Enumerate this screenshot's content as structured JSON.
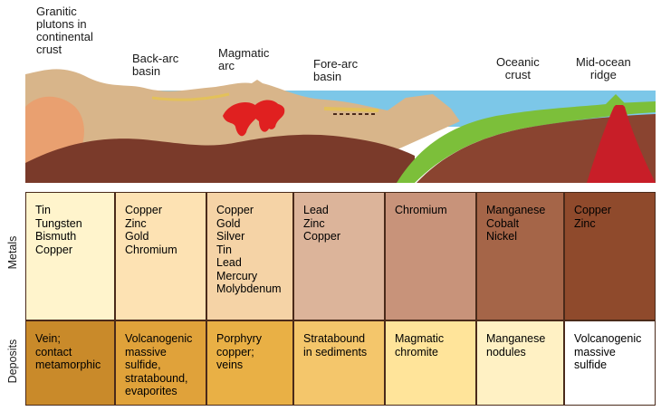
{
  "top_labels": {
    "granitic": "Granitic\nplutons in\ncontinental\ncrust",
    "back_arc": "Back-arc\nbasin",
    "magmatic_arc": "Magmatic\narc",
    "fore_arc": "Fore-arc\nbasin",
    "oceanic_crust": "Oceanic\ncrust",
    "mid_ocean": "Mid-ocean\nridge"
  },
  "row_labels": {
    "metals": "Metals",
    "deposits": "Deposits"
  },
  "columns": [
    {
      "metals": "Tin\nTungsten\nBismuth\nCopper",
      "deposits": "Vein;\ncontact\nmetamorphic"
    },
    {
      "metals": "Copper\nZinc\nGold\nChromium",
      "deposits": "Volcanogenic\nmassive\nsulfide,\nstratabound,\nevaporites"
    },
    {
      "metals": "Copper\nGold\nSilver\nTin\nLead\nMercury\nMolybdenum",
      "deposits": "Porphyry\ncopper;\nveins"
    },
    {
      "metals": "Lead\nZinc\nCopper",
      "deposits": "Stratabound\nin sediments"
    },
    {
      "metals": "Chromium",
      "deposits": "Magmatic\nchromite"
    },
    {
      "metals": "Manganese\nCobalt\nNickel",
      "deposits": "Manganese\nnodules"
    },
    {
      "metals": "Copper\nZinc",
      "deposits": "Volcanogenic\nmassive\nsulfide"
    }
  ],
  "colors": {
    "sky": "#ffffff",
    "ocean": "#7cc7e8",
    "crust_tan": "#d8b58a",
    "mantle_brown": "#7a3a2a",
    "oceanic_green": "#7cbf3a",
    "magma_red": "#e02020",
    "pluton_orange": "#e9a070"
  }
}
